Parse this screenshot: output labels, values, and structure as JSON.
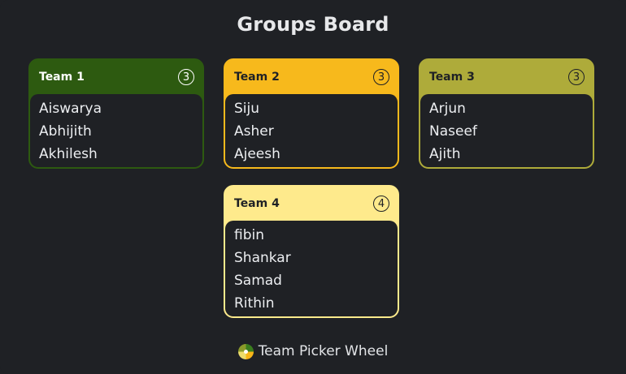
{
  "title": "Groups Board",
  "teams": [
    {
      "name": "Team 1",
      "count": "3",
      "members": [
        "Aiswarya",
        "Abhijith",
        "Akhilesh"
      ],
      "color": "#2d5a10",
      "text_color": "#ffffff"
    },
    {
      "name": "Team 2",
      "count": "3",
      "members": [
        "Siju",
        "Asher",
        "Ajeesh"
      ],
      "color": "#f7b91c",
      "text_color": "#1f2125"
    },
    {
      "name": "Team 3",
      "count": "3",
      "members": [
        "Arjun",
        "Naseef",
        "Ajith"
      ],
      "color": "#aeab3a",
      "text_color": "#1f2125"
    },
    {
      "name": "Team 4",
      "count": "4",
      "members": [
        "fibin",
        "Shankar",
        "Samad",
        "Rithin"
      ],
      "color": "#feea8c",
      "text_color": "#1f2125"
    }
  ],
  "footer": {
    "label": "Team Picker Wheel",
    "icon": "wheel-logo-icon"
  }
}
